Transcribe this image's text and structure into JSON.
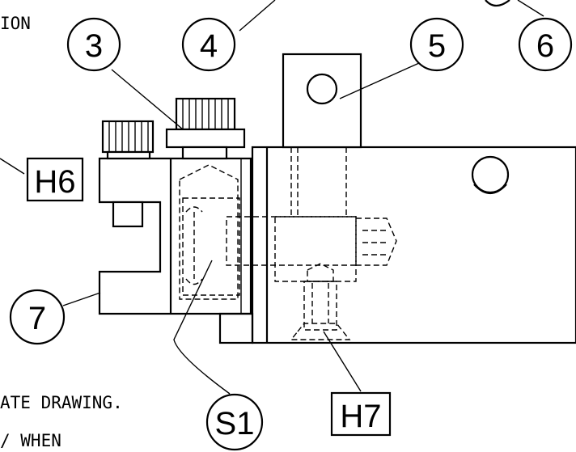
{
  "notes": {
    "top_left": "ION",
    "bottom_line1": "ATE DRAWING.",
    "bottom_line2": "/ WHEN"
  },
  "balloons": [
    {
      "id": "3",
      "text": "3"
    },
    {
      "id": "4",
      "text": "4"
    },
    {
      "id": "5",
      "text": "5"
    },
    {
      "id": "6",
      "text": "6"
    },
    {
      "id": "7",
      "text": "7"
    },
    {
      "id": "S1",
      "text": "S1"
    }
  ],
  "boxed_labels": [
    {
      "id": "H6",
      "text": "H6"
    },
    {
      "id": "H7",
      "text": "H7"
    }
  ]
}
